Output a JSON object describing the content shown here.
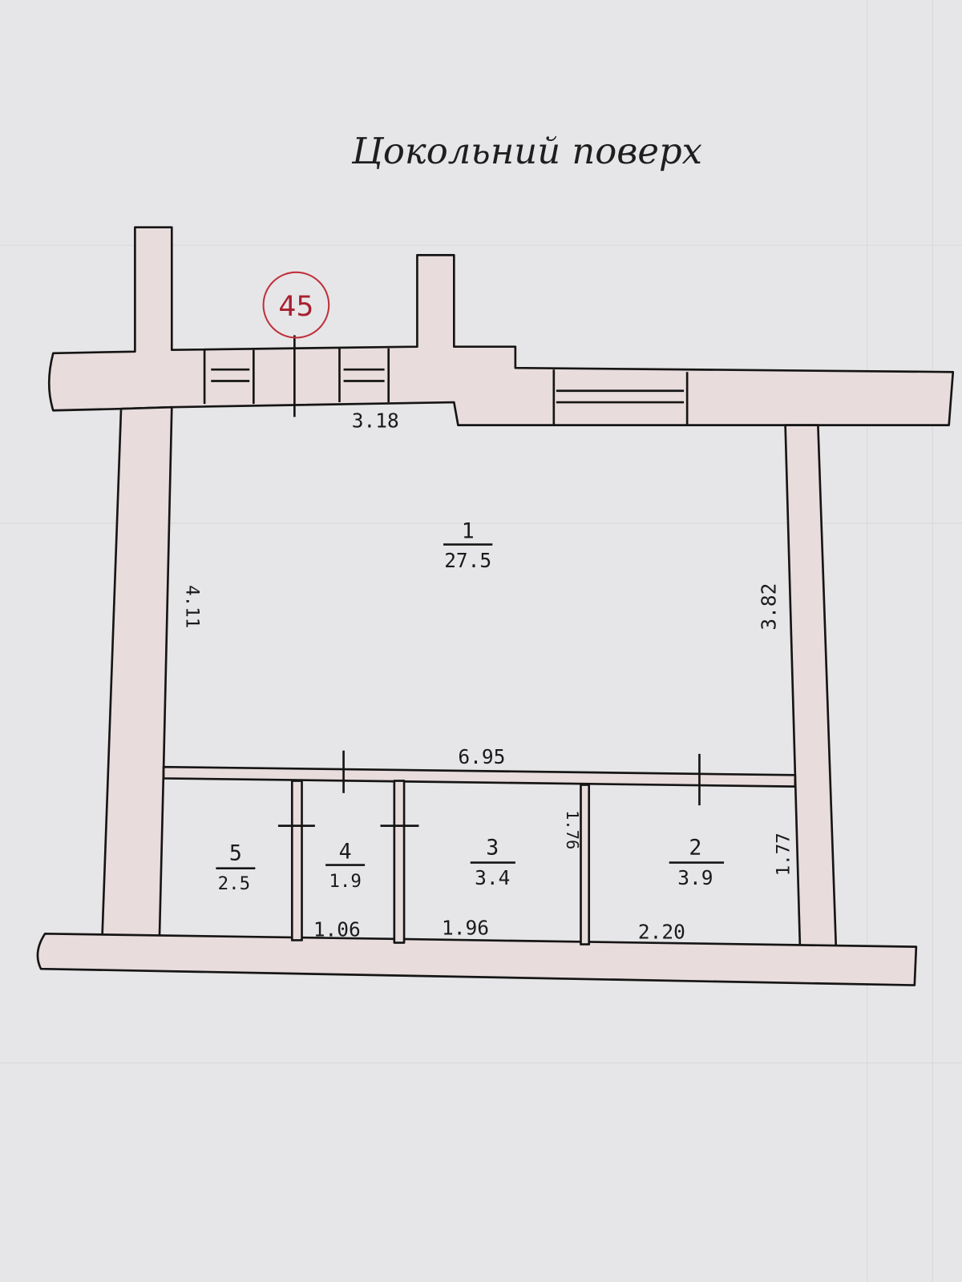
{
  "title": "Цокольний поверх",
  "stamp_number": "45",
  "colors": {
    "paper": "#e6e6e8",
    "ink": "#151515",
    "wall_fill": "#e9dcdc",
    "stamp": "#c0303a"
  },
  "dimensions": {
    "top_wall": "3.18",
    "room1_left": "4.11",
    "room1_right": "3.82",
    "room1_bottom": "6.95",
    "room3_right": "1.76",
    "room2_right": "1.77",
    "room4_bottom": "1.06",
    "room3_bottom": "1.96",
    "room2_bottom": "2.20"
  },
  "rooms": [
    {
      "number": "1",
      "area": "27.5"
    },
    {
      "number": "2",
      "area": "3.9"
    },
    {
      "number": "3",
      "area": "3.4"
    },
    {
      "number": "4",
      "area": "1.9"
    },
    {
      "number": "5",
      "area": "2.5"
    }
  ]
}
